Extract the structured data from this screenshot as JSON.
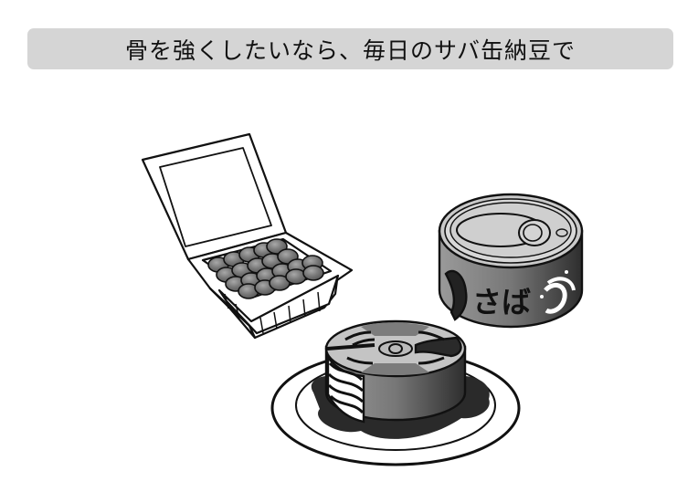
{
  "banner": {
    "title": "骨を強くしたいなら、毎日のサバ缶納豆で",
    "background": "#d5d5d5"
  },
  "illustration": {
    "items": [
      {
        "name": "natto-pack",
        "description": "Open natto container with soybeans"
      },
      {
        "name": "saba-can",
        "description": "Canned mackerel",
        "label": "さば"
      },
      {
        "name": "saba-on-plate",
        "description": "Mackerel from can on a plate with sauce"
      }
    ],
    "colors": {
      "outline": "#111111",
      "bean": "#7a7a7a",
      "can_body": "#8c8c8c",
      "can_top": "#c9c9c9",
      "sauce": "#2a2a2a",
      "plate": "#ffffff"
    }
  }
}
